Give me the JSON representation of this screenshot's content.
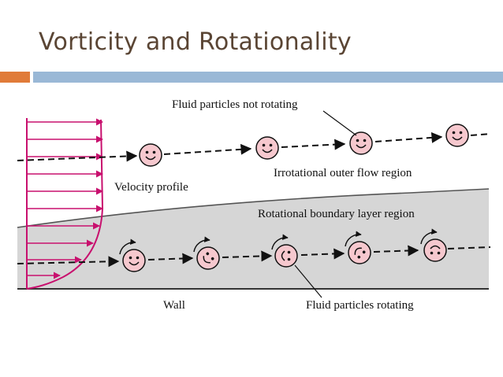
{
  "slide": {
    "title": "Vorticity and Rotationality"
  },
  "diagram": {
    "labels": {
      "not_rotating": "Fluid particles not rotating",
      "outer_region": "Irrotational outer flow region",
      "velocity_profile": "Velocity profile",
      "boundary_layer": "Rotational boundary layer region",
      "wall": "Wall",
      "rotating": "Fluid particles rotating"
    }
  },
  "colors": {
    "title_text": "#5a4534",
    "accent_orange": "#e07b39",
    "accent_blue": "#9ab8d6",
    "boundary_layer_fill": "#d6d6d6",
    "velocity_arrows": "#c8106e",
    "particle_fill": "#f6c8ce"
  },
  "icons": {
    "non_rotating_particle": "smiley-face-upright-icon",
    "rotating_particle": "smiley-face-rotated-icon",
    "rotation_indicator": "curved-arrow-icon"
  }
}
